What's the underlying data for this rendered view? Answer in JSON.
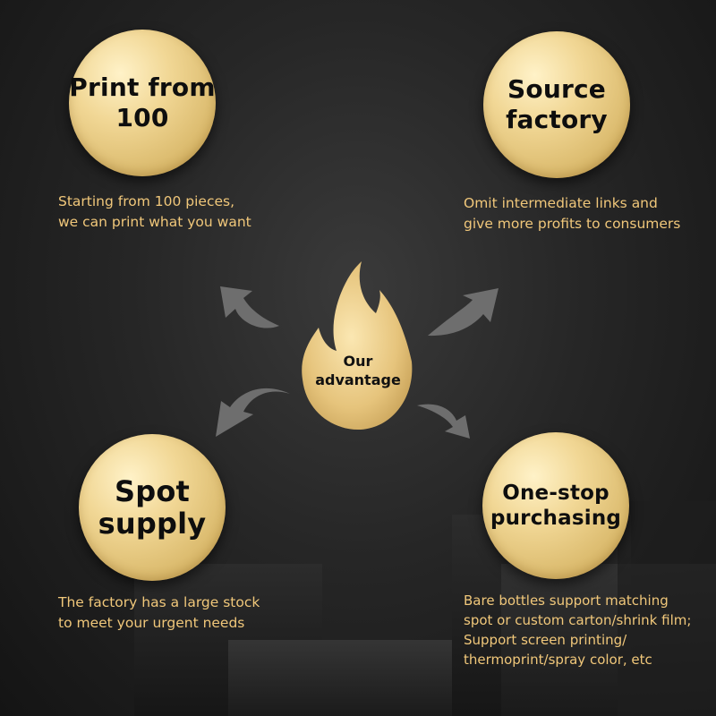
{
  "center": {
    "label": "Our\nadvantage",
    "icon": "flame-icon"
  },
  "features": [
    {
      "title": "Print from\n100",
      "description": "Starting from 100 pieces,\nwe can print what you want"
    },
    {
      "title": "Source\nfactory",
      "description": "Omit intermediate links and\ngive more profits to consumers"
    },
    {
      "title": "Spot\nsupply",
      "description": "The factory has a large stock\nto meet your urgent needs"
    },
    {
      "title": "One-stop\npurchasing",
      "description": "Bare bottles support matching\nspot or custom carton/shrink film;\nSupport screen printing/\nthermoprint/spray color, etc"
    }
  ],
  "colors": {
    "background": "#262626",
    "gold": "#e8c985",
    "description_text": "#f0c77a",
    "title_text": "#0e0e0e",
    "arrow": "#6e6e6e"
  }
}
